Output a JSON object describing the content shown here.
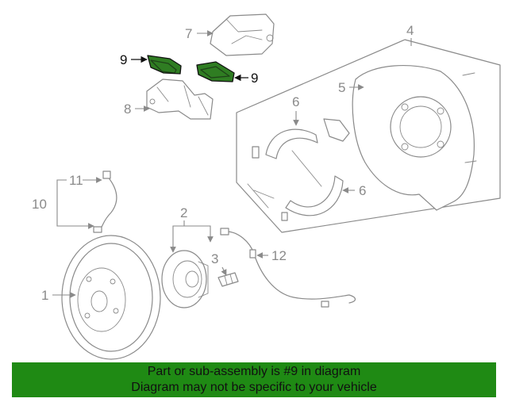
{
  "callouts": {
    "c1": "1",
    "c2": "2",
    "c3": "3",
    "c4": "4",
    "c5": "5",
    "c6a": "6",
    "c6b": "6",
    "c7": "7",
    "c8": "8",
    "c9a": "9",
    "c9b": "9",
    "c10": "10",
    "c11": "11",
    "c12": "12"
  },
  "highlight": {
    "part_number": "9",
    "pad_color": "#2f7d22"
  },
  "banner": {
    "line1": "Part or sub-assembly is #9 in diagram",
    "line2": "Diagram may not be specific to your vehicle",
    "background": "#1f8a14"
  }
}
